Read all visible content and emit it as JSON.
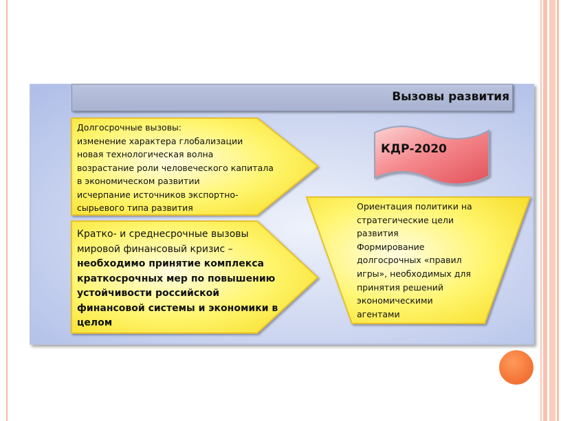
{
  "header": {
    "title": "Вызовы развития"
  },
  "kdr_label": "КДР-2020",
  "long_term": {
    "lines": [
      "Долгосрочные вызовы:",
      "изменение характера глобализации",
      "новая технологическая волна",
      "возрастание роли человеческого капитала",
      "в экономическом развитии",
      "исчерпание источников экспортно-",
      "сырьевого типа развития"
    ]
  },
  "short_term": {
    "lines_regular": [
      "Кратко- и среднесрочные вызовы",
      "мировой финансовый кризис –"
    ],
    "lines_bold": [
      "необходимо принятие комплекса",
      "краткосрочных мер по повышению",
      "устойчивости российской",
      "финансовой системы и экономики в",
      "целом"
    ]
  },
  "policy": {
    "lines": [
      "Ориентация политики  на",
      "стратегические цели",
      "развития",
      "Формирование",
      "долгосрочных «правил",
      "игры», необходимых для",
      "принятия решений",
      "экономическими",
      "агентами"
    ]
  },
  "colors": {
    "arrow_fill": "#fff36a",
    "arrow_border": "#f0c419",
    "flag_fill": "#f4868a",
    "flag_border": "#9aa3bd",
    "header_fill": "#aeb7d6",
    "panel_fill": "#c9d3ef",
    "accent_dot": "#f5793a"
  }
}
